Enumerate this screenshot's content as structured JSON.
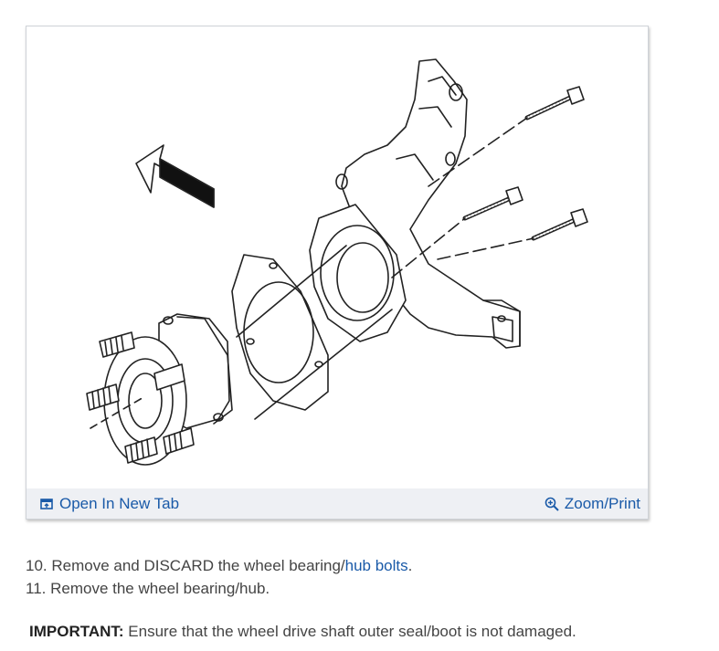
{
  "figure": {
    "toolbar": {
      "open_label": "Open In New Tab",
      "zoom_label": "Zoom/Print",
      "open_icon": "open-tab-icon",
      "zoom_icon": "zoom-icon"
    }
  },
  "steps": [
    {
      "prefix": "10. Remove and DISCARD the wheel bearing/",
      "link": "hub bolts",
      "suffix": "."
    },
    {
      "text": "11. Remove the wheel bearing/hub."
    }
  ],
  "important": {
    "label": "IMPORTANT:",
    "text": " Ensure that the wheel drive shaft outer seal/boot is not damaged."
  },
  "colors": {
    "link": "#1a5aa8",
    "toolbar_bg": "#eef0f4"
  }
}
